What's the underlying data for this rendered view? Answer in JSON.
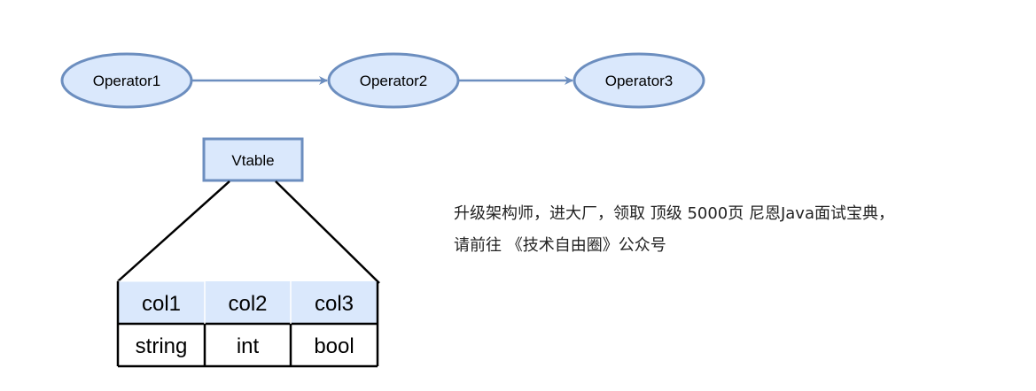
{
  "operators": [
    {
      "label": "Operator1"
    },
    {
      "label": "Operator2"
    },
    {
      "label": "Operator3"
    }
  ],
  "vtable": {
    "label": "Vtable",
    "header": [
      "col1",
      "col2",
      "col3"
    ],
    "types": [
      "string",
      "int",
      "bool"
    ]
  },
  "note": {
    "line1": "升级架构师，进大厂，领取 顶级  5000页 尼恩Java面试宝典，",
    "line2": "请前往 《技术自由圈》公众号"
  },
  "colors": {
    "node_fill": "#dae8fc",
    "node_stroke": "#6c8ebf",
    "table_header_fill": "#dae8fc",
    "line": "#000000"
  }
}
